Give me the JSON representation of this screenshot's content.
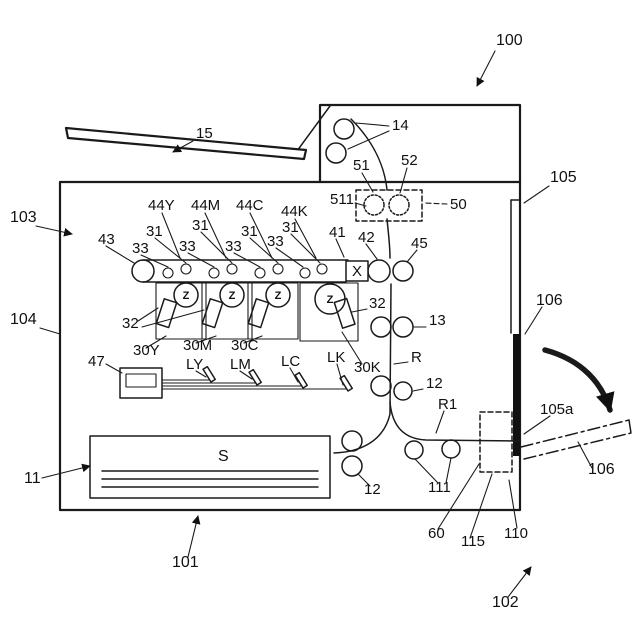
{
  "figure": {
    "kind": "patent schematic of an image forming apparatus (tandem color printer)"
  },
  "labels": {
    "n100": "100",
    "n101": "101",
    "n102": "102",
    "n103": "103",
    "n104": "104",
    "n105": "105",
    "n105a": "105a",
    "n106": "106",
    "n110": "110",
    "n111": "111",
    "n115": "115",
    "n11": "11",
    "n12": "12",
    "n13": "13",
    "n14": "14",
    "n15": "15",
    "n30Y": "30Y",
    "n30M": "30M",
    "n30C": "30C",
    "n30K": "30K",
    "n31": "31",
    "n32": "32",
    "n33": "33",
    "n41": "41",
    "n42": "42",
    "n43": "43",
    "n44Y": "44Y",
    "n44M": "44M",
    "n44C": "44C",
    "n44K": "44K",
    "n45": "45",
    "n47": "47",
    "n50": "50",
    "n51": "51",
    "n511": "511",
    "n52": "52",
    "n60": "60",
    "nR": "R",
    "nR1": "R1",
    "nLY": "LY",
    "nLM": "LM",
    "nLC": "LC",
    "nLK": "LK",
    "nS": "S",
    "nX": "X",
    "nZ": "Z"
  },
  "colors": {
    "line": "#1a1a1a",
    "background": "#ffffff"
  }
}
